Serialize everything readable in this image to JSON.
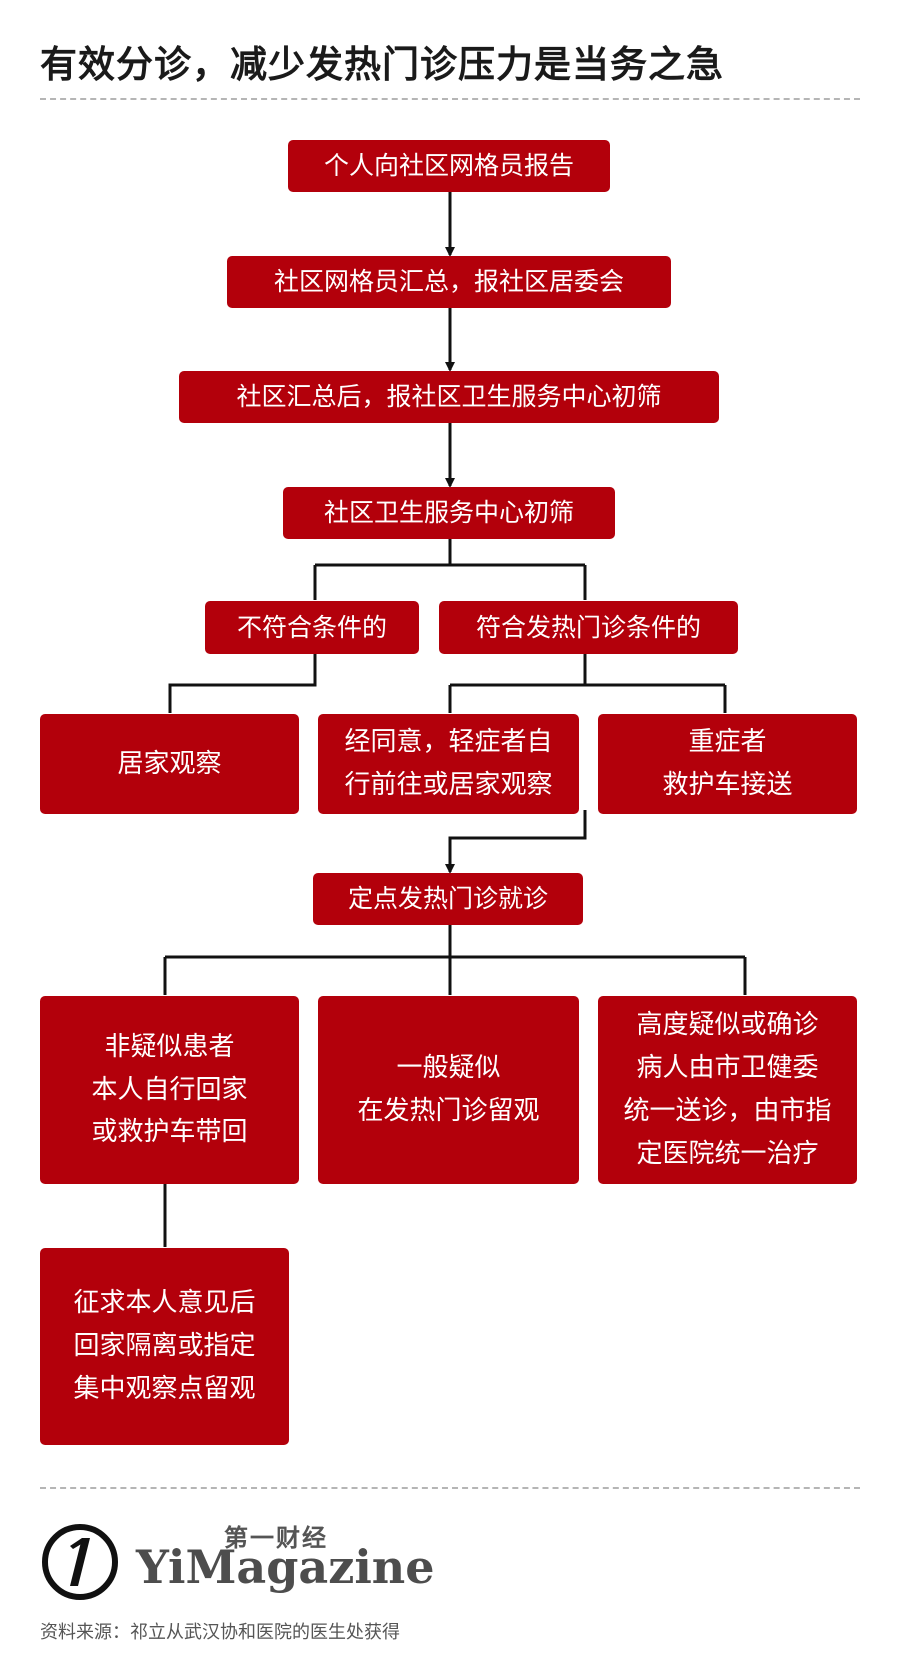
{
  "title": "有效分诊，减少发热门诊压力是当务之急",
  "colors": {
    "box_fill": "#b3000b",
    "connector": "#111111",
    "box_text": "#ffffff"
  },
  "nodes": {
    "report": "个人向社区网格员报告",
    "gather": "社区网格员汇总，报社区居委会",
    "community_report": "社区汇总后，报社区卫生服务中心初筛",
    "screening": "社区卫生服务中心初筛",
    "not_eligible": "不符合条件的",
    "eligible": "符合发热门诊条件的",
    "home_observe": "居家观察",
    "mild_line1": "经同意，轻症者自",
    "mild_line2": "行前往或居家观察",
    "severe_line1": "重症者",
    "severe_line2": "救护车接送",
    "designated": "定点发热门诊就诊",
    "nonsuspect_line1": "非疑似患者",
    "nonsuspect_line2": "本人自行回家",
    "nonsuspect_line3": "或救护车带回",
    "general_line1": "一般疑似",
    "general_line2": "在发热门诊留观",
    "high_line1": "高度疑似或确诊",
    "high_line2": "病人由市卫健委",
    "high_line3": "统一送诊，由市指",
    "high_line4": "定医院统一治疗",
    "consult_line1": "征求本人意见后",
    "consult_line2": "回家隔离或指定",
    "consult_line3": "集中观察点留观"
  },
  "footer": {
    "logo_cn": "第一财经",
    "logo_en": "YiMagazine",
    "logo_mark_icon": "yimagazine-circle-1-logo",
    "source": "资料来源：祁立从武汉协和医院的医生处获得"
  }
}
